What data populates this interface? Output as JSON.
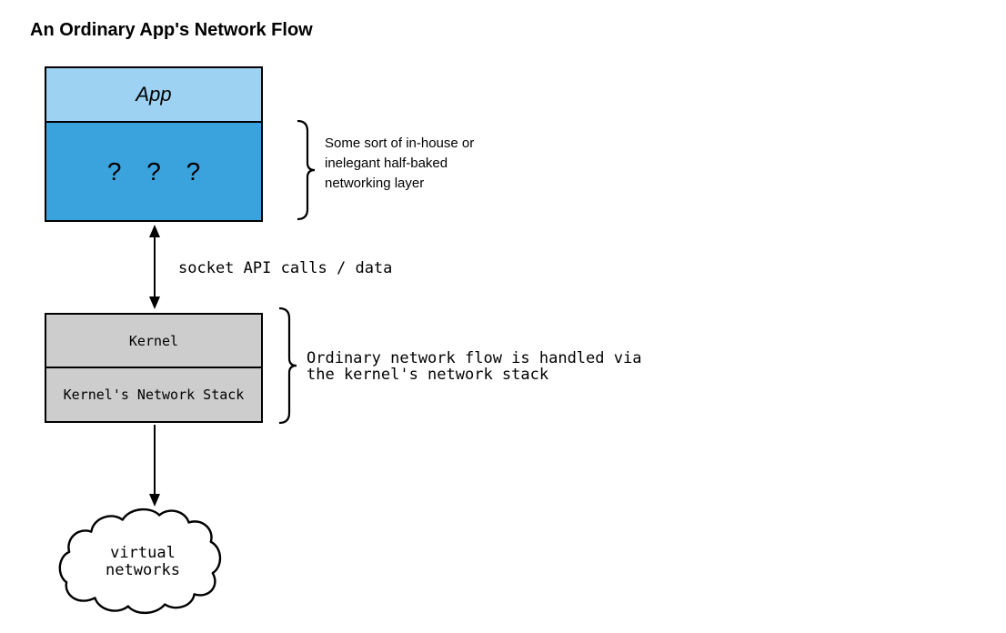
{
  "title": "An Ordinary App's Network Flow",
  "app_stack": {
    "app_label": "App",
    "unknown_layer_label": "? ? ?"
  },
  "socket_arrow": {
    "label": "socket API calls / data"
  },
  "kernel_stack": {
    "kernel_label": "Kernel",
    "network_stack_label": "Kernel's Network Stack"
  },
  "annotations": {
    "inhouse": {
      "lines": [
        "Some sort of in-house or",
        "inelegant half-baked",
        "networking layer"
      ]
    },
    "ordinary": {
      "lines": [
        "Ordinary network flow is handled via",
        "the kernel's network stack"
      ]
    }
  },
  "cloud": {
    "lines": [
      "virtual",
      "networks"
    ]
  },
  "colors": {
    "app_fill": "#9dd2f2",
    "unknown_fill": "#3aa3dd",
    "kernel_fill": "#cdcdcd",
    "stroke": "#000000"
  }
}
